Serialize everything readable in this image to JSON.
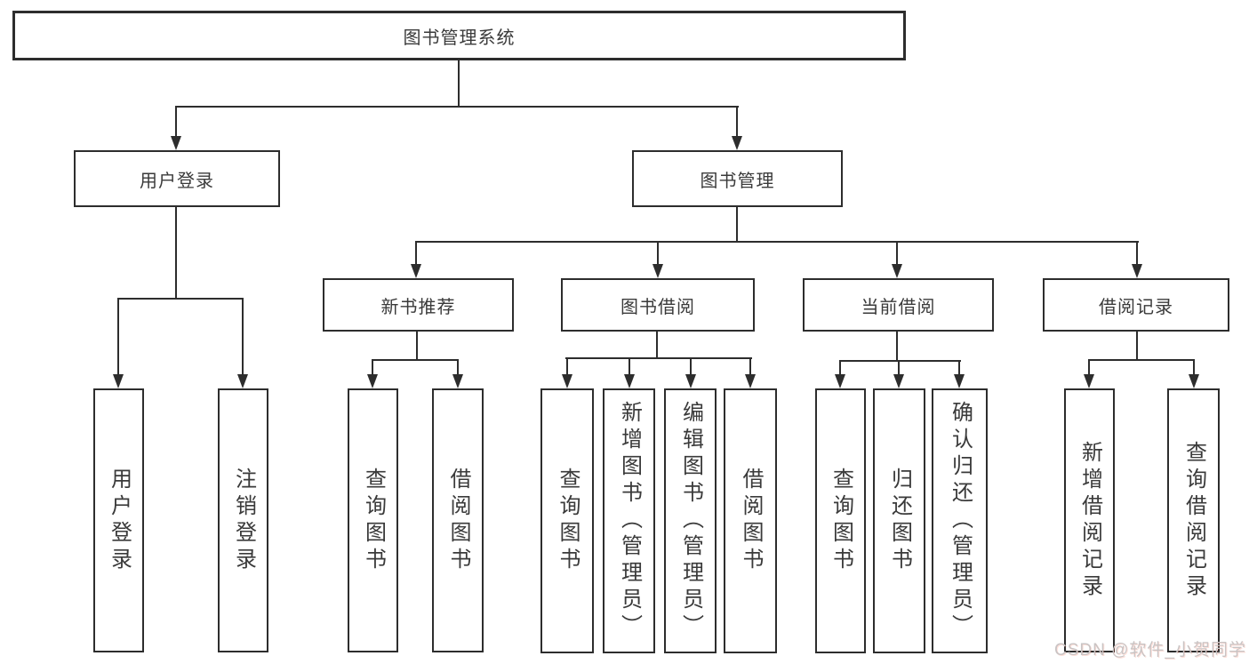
{
  "diagram_type": "hierarchy-tree",
  "tree": {
    "label": "图书管理系统",
    "children": [
      {
        "label": "用户登录",
        "children": [
          {
            "label": "用户登录"
          },
          {
            "label": "注销登录"
          }
        ]
      },
      {
        "label": "图书管理",
        "children": [
          {
            "label": "新书推荐",
            "children": [
              {
                "label": "查询图书"
              },
              {
                "label": "借阅图书"
              }
            ]
          },
          {
            "label": "图书借阅",
            "children": [
              {
                "label": "查询图书"
              },
              {
                "label": "新增图书（管理员）"
              },
              {
                "label": "编辑图书（管理员）"
              },
              {
                "label": "借阅图书"
              }
            ]
          },
          {
            "label": "当前借阅",
            "children": [
              {
                "label": "查询图书"
              },
              {
                "label": "归还图书"
              },
              {
                "label": "确认归还（管理员）"
              }
            ]
          },
          {
            "label": "借阅记录",
            "children": [
              {
                "label": "新增借阅记录"
              },
              {
                "label": "查询借阅记录"
              }
            ]
          }
        ]
      }
    ]
  },
  "watermark": {
    "text": "CSDN @软件_小贺同学"
  },
  "colors": {
    "line": "#2d2d2d",
    "text": "#3a3a3a",
    "background": "#ffffff",
    "watermark": "#c9c4c4"
  }
}
